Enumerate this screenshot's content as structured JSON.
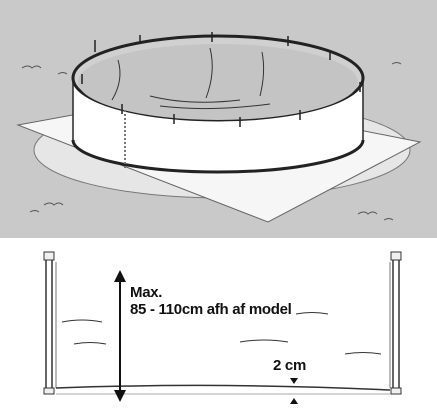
{
  "illustration": {
    "top": {
      "description_icon": "pool-on-ground-sheet-icon"
    },
    "bottom": {
      "max_label": "Max.",
      "range_label": "85 - 110cm afh af model",
      "gap_label": "2 cm"
    }
  }
}
